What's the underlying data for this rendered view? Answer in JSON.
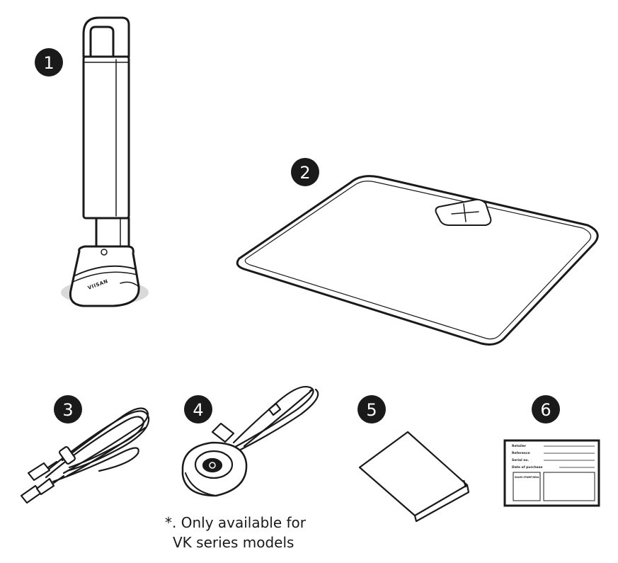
{
  "items": [
    {
      "number": "1",
      "name": "Document camera"
    },
    {
      "number": "2",
      "name": "Document mat"
    },
    {
      "number": "3",
      "name": "USB cable"
    },
    {
      "number": "4",
      "name": "Foot pedal / remote button"
    },
    {
      "number": "5",
      "name": "User manual"
    },
    {
      "number": "6",
      "name": "Warranty card"
    }
  ],
  "camera": {
    "brand": "VIISAN"
  },
  "note": {
    "line1": "*. Only available for",
    "line2": "VK series models"
  },
  "warranty_card": {
    "fields": [
      "Retailer",
      "Reference",
      "Serial no.",
      "Date of purchase"
    ],
    "stamp_label": "SALES STAMP/SEAL"
  },
  "colors": {
    "ink": "#1a1a1a",
    "badge": "#1a1a1a",
    "paper": "#ffffff",
    "shadow": "#d9d9d9"
  }
}
